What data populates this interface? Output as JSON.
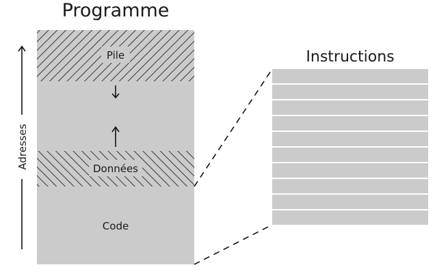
{
  "program": {
    "title": "Programme",
    "segments": {
      "stack": {
        "label": "Pile",
        "pattern": "hatch-forward"
      },
      "free": {
        "grow_down_arrow": "down-arrow",
        "grow_up_arrow": "up-arrow"
      },
      "data": {
        "label": "Données",
        "pattern": "hatch-backward"
      },
      "code": {
        "label": "Code"
      }
    }
  },
  "axis": {
    "label": "Adresses",
    "direction": "up"
  },
  "instructions": {
    "title": "Instructions",
    "row_count": 10
  },
  "colors": {
    "block_fill": "#cbcbcb",
    "ink": "#111111",
    "row_separator": "#ffffff"
  }
}
